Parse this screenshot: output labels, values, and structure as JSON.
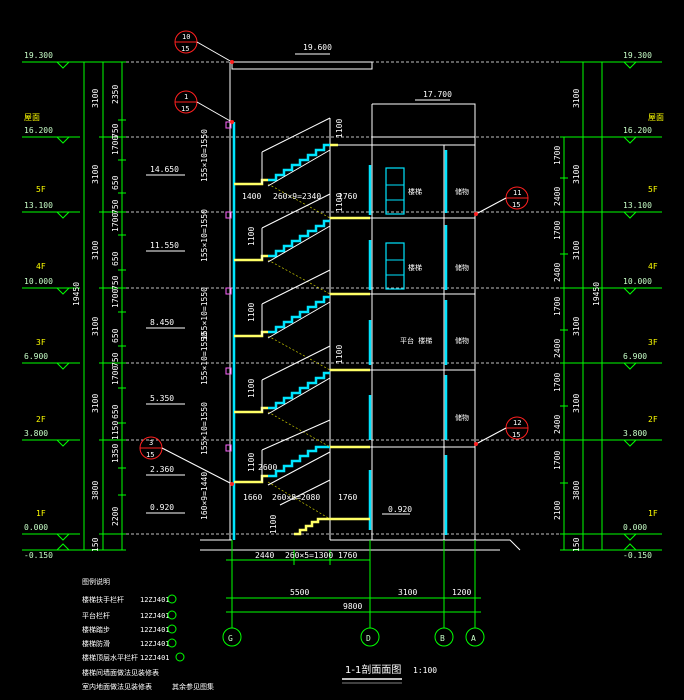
{
  "levels_left": [
    {
      "floor": "",
      "elev": "19.300"
    },
    {
      "floor": "屋面",
      "elev": "16.200"
    },
    {
      "floor": "5F",
      "elev": "13.100"
    },
    {
      "floor": "4F",
      "elev": "10.000"
    },
    {
      "floor": "3F",
      "elev": "6.900"
    },
    {
      "floor": "2F",
      "elev": "3.800"
    },
    {
      "floor": "1F",
      "elev": "0.000"
    },
    {
      "floor": "",
      "elev": "-0.150"
    }
  ],
  "levels_right": [
    {
      "floor": "",
      "elev": "19.300"
    },
    {
      "floor": "屋面",
      "elev": "16.200"
    },
    {
      "floor": "5F",
      "elev": "13.100"
    },
    {
      "floor": "4F",
      "elev": "10.000"
    },
    {
      "floor": "3F",
      "elev": "6.900"
    },
    {
      "floor": "2F",
      "elev": "3.800"
    },
    {
      "floor": "1F",
      "elev": "0.000"
    },
    {
      "floor": "",
      "elev": "-0.150"
    }
  ],
  "total_height": "19450",
  "left_dims_outer": [
    "3100",
    "3100",
    "3100",
    "3100",
    "3100",
    "3800",
    "150"
  ],
  "left_dims_inner": [
    "2350",
    "750",
    "1700",
    "650",
    "750",
    "1700",
    "650",
    "750",
    "1700",
    "650",
    "750",
    "1700",
    "650",
    "1350",
    "1150",
    "2200"
  ],
  "right_dims_inner": [
    "1700",
    "2400",
    "1700",
    "2400",
    "1700",
    "2400",
    "1700",
    "2400",
    "1700",
    "2100"
  ],
  "right_dims_outer": [
    "3100",
    "3100",
    "3100",
    "3100",
    "3100",
    "3800",
    "150"
  ],
  "stair_elevs": [
    "14.650",
    "11.550",
    "8.450",
    "5.350",
    "2.360",
    "0.920"
  ],
  "top_elev": "19.600",
  "roof2_elev": "17.700",
  "landing_elev": "0.920",
  "stair_vdims": [
    "155×10=1550",
    "155×10=1550",
    "155×10=1550",
    "155×10=1550",
    "155×10=1550",
    "160×9=1440"
  ],
  "stair_hdims": [
    "260×9=2340",
    "260×8=2080",
    "260×5=1300"
  ],
  "stair_w": [
    "1400",
    "1760",
    "1660",
    "1760",
    "2440",
    "1760"
  ],
  "stair_1100": "1100",
  "stair_2600": "2600",
  "room_labels": [
    "楼梯",
    "储物",
    "楼梯",
    "储物",
    "平台 楼梯",
    "储物",
    "储物"
  ],
  "callouts": [
    {
      "top": "10",
      "bottom": "15"
    },
    {
      "top": "1",
      "bottom": "15"
    },
    {
      "top": "11",
      "bottom": "15"
    },
    {
      "top": "12",
      "bottom": "15"
    },
    {
      "top": "3",
      "bottom": "15"
    }
  ],
  "bottom_dims": [
    "5500",
    "3100",
    "1200"
  ],
  "overall_width": "9800",
  "axes": [
    "G",
    "D",
    "B",
    "A"
  ],
  "title": "1-1剖面面图",
  "scale": "1:100",
  "notes_title": "图例说明",
  "notes": [
    {
      "text": "楼梯扶手栏杆",
      "ref": "12ZJ401"
    },
    {
      "text": "平台栏杆",
      "ref": "12ZJ401"
    },
    {
      "text": "楼梯踏步",
      "ref": "12ZJ401"
    },
    {
      "text": "楼梯防滑",
      "ref": "12ZJ401"
    },
    {
      "text": "楼梯顶层水平栏杆",
      "ref": "12ZJ401"
    },
    {
      "text": "楼梯间墙面做法见装修表",
      "ref": ""
    },
    {
      "text": "室内地面做法见装修表",
      "ref": "其余参见图集"
    }
  ]
}
